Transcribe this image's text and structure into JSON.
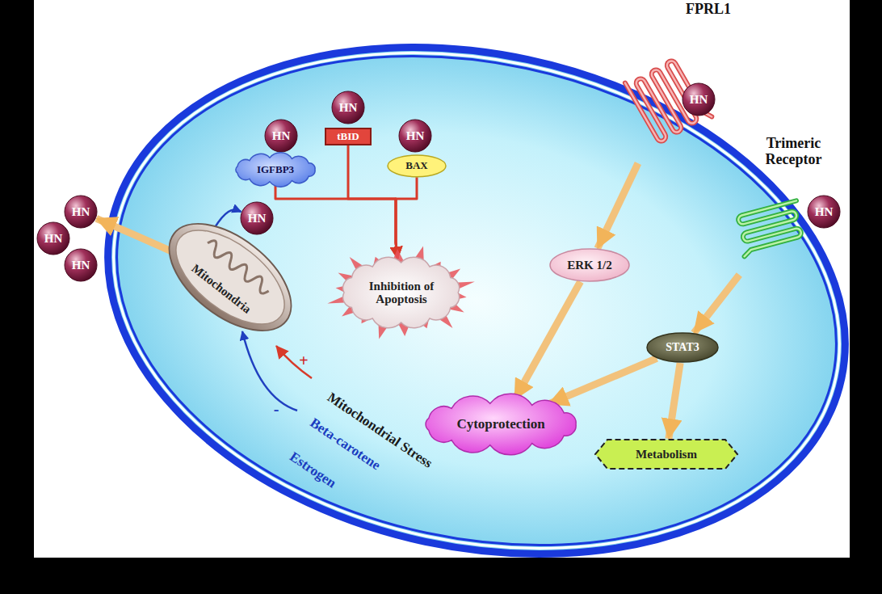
{
  "diagram": {
    "nodes": [
      {
        "text": [
          "HN"
        ]
      },
      {
        "text": [
          "FPRL1"
        ]
      },
      {
        "text": [
          "HN"
        ]
      },
      {
        "text": [
          "tBID"
        ]
      },
      {
        "text": [
          "HN"
        ]
      },
      {
        "text": [
          "HN"
        ]
      },
      {
        "text": [
          "Trimeric Receptor"
        ]
      },
      {
        "text": [
          "IGFBP3"
        ]
      },
      {
        "text": [
          "BAX"
        ]
      },
      {
        "text": [
          "HN"
        ]
      },
      {
        "text": [
          "HN"
        ]
      },
      {
        "text": [
          "HN"
        ]
      },
      {
        "text": [
          "HN"
        ]
      },
      {
        "text": [
          "ERK 1/2"
        ]
      },
      {
        "text": [
          "HN"
        ]
      },
      {
        "text": [
          "Mitochondria"
        ]
      },
      {
        "text": [
          "Inhibition of Apoptosis"
        ]
      },
      {
        "text": [
          "STAT3"
        ]
      },
      {
        "text": [
          "Cytoprotection"
        ]
      },
      {
        "text": [
          "Metabolism"
        ]
      }
    ],
    "edges": [
      {
        "from": 7,
        "to": 16,
        "arrow": "to"
      },
      {
        "from": 3,
        "to": 16,
        "arrow": "to"
      },
      {
        "from": 8,
        "to": 16,
        "arrow": "to"
      },
      {
        "from": 15,
        "to": 11,
        "arrow": "to"
      },
      {
        "from": 15,
        "to": 9,
        "arrow": "to"
      },
      {
        "from": 1,
        "to": 13,
        "arrow": "to"
      },
      {
        "from": 6,
        "to": 17,
        "arrow": "to"
      },
      {
        "from": 13,
        "to": 18,
        "arrow": "to"
      },
      {
        "from": 17,
        "to": 18,
        "arrow": "to"
      },
      {
        "from": 17,
        "to": 19,
        "arrow": "to"
      }
    ],
    "labels": [
      "+",
      "-",
      "Mitochondrial Stress",
      "Beta-carotene",
      "Estrogen"
    ]
  }
}
